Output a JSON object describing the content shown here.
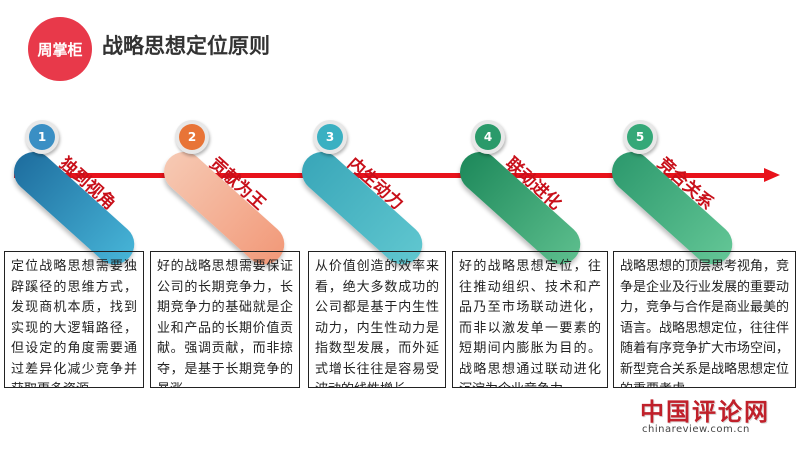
{
  "header": {
    "logo_text": "周掌柜",
    "title": "战略思想定位原则"
  },
  "colors": {
    "accent_red": "#e8394a",
    "arrow_red": "#e8121b"
  },
  "steps": [
    {
      "number": "1",
      "label": "独到视角",
      "pill_gradient": [
        "#1f6fa0",
        "#46b3d6"
      ],
      "badge_color": "#3a8fc4",
      "description": "定位战略思想需要独辟蹊径的思维方式，发现商机本质，找到实现的大逻辑路径，但设定的角度需要通过差异化减少竞争并获取更多资源。"
    },
    {
      "number": "2",
      "label": "贡献为王",
      "pill_gradient": [
        "#f6c8b2",
        "#f29a7a"
      ],
      "badge_color": "#e87437",
      "description": "好的战略思想需要保证公司的长期竞争力，长期竞争力的基础就是企业和产品的长期价值贡献。强调贡献，而非掠夺，是基于长期竞争的暴涨。"
    },
    {
      "number": "3",
      "label": "内生动力",
      "pill_gradient": [
        "#3aa7b9",
        "#5fc6cf"
      ],
      "badge_color": "#3ab0c2",
      "description": "从价值创造的效率来看，绝大多数成功的公司都是基于内生性动力，内生性动力是指数型发展，而外延式增长往往是容易受波动的线性增长。"
    },
    {
      "number": "4",
      "label": "联动进化",
      "pill_gradient": [
        "#1f8a5c",
        "#5bbd8c"
      ],
      "badge_color": "#2a9a6a",
      "description": "好的战略思想定位，往往推动组织、技术和产品乃至市场联动进化，而非以激发单一要素的短期间内膨胀为目的。战略思想通过联动进化沉淀为企业竞争力。"
    },
    {
      "number": "5",
      "label": "竞合关系",
      "pill_gradient": [
        "#2e9a6e",
        "#62c595"
      ],
      "badge_color": "#35a878",
      "description": "战略思想的顶层思考视角，竞争是企业及行业发展的重要动力，竞争与合作是商业最美的语言。战略思想定位，往往伴随着有序竞争扩大市场空间，新型竞合关系是战略思想定位的重要考虑。"
    }
  ],
  "watermark": {
    "title": "中国评论网",
    "url": "chinareview.com.cn"
  }
}
